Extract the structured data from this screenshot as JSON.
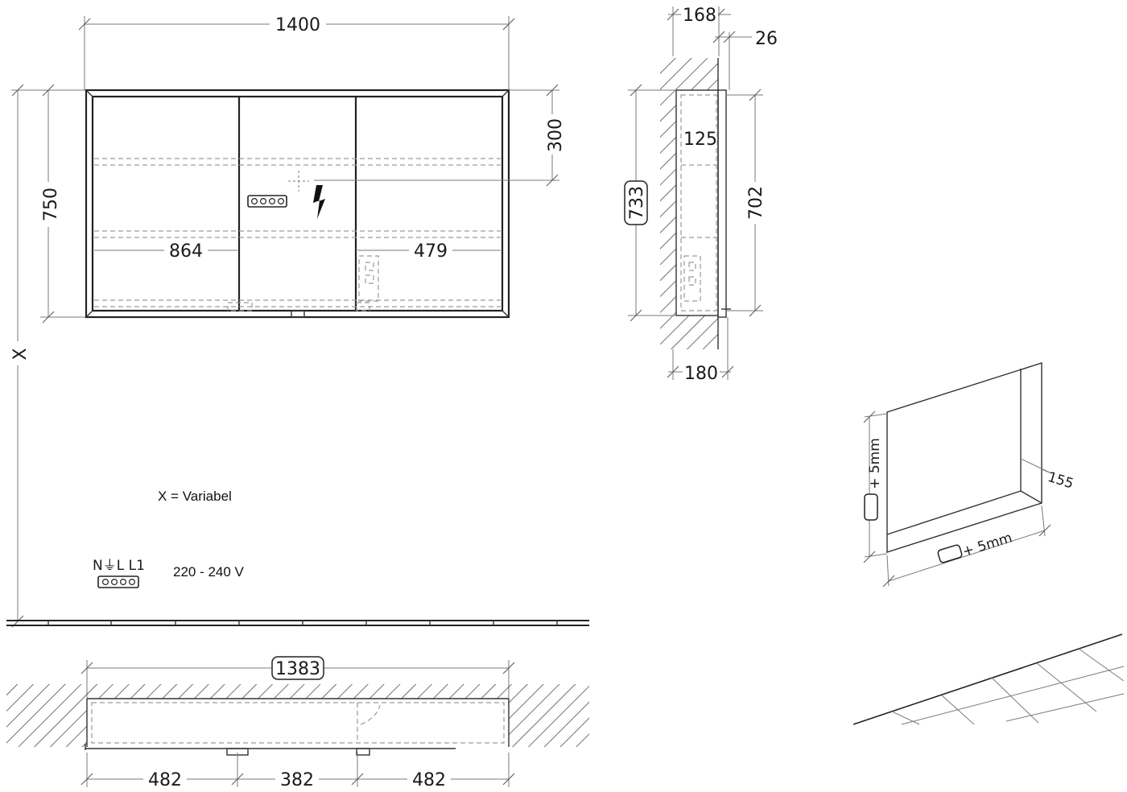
{
  "front": {
    "width": "1400",
    "height": "750",
    "offset_top": "300",
    "door_left": "864",
    "door_right": "479"
  },
  "side": {
    "depth_top": "168",
    "frame": "26",
    "inner": "125",
    "height_boxed": "733",
    "height_right": "702",
    "depth_bottom": "180"
  },
  "x_label": "X",
  "variable_note": "X = Variabel",
  "wiring": {
    "terminals": "N⏚L L1",
    "voltage": "220 - 240 V"
  },
  "top_view": {
    "width_boxed": "1383",
    "seg_left": "482",
    "seg_mid": "382",
    "seg_right": "482"
  },
  "niche": {
    "depth": "155",
    "tol_vertical": "+ 5mm",
    "tol_horizontal": "+ 5mm"
  }
}
